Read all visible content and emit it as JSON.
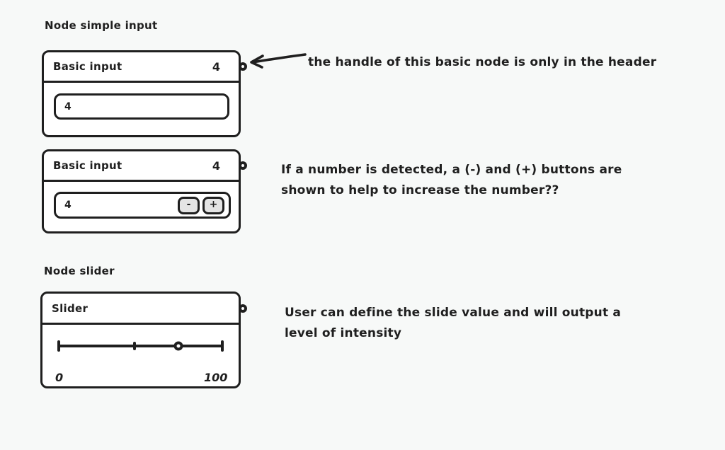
{
  "canvas": {
    "bg_color": "#f7f9f8",
    "ink_color": "#1f1f1f",
    "node_fill": "#ffffff",
    "button_fill": "#e4e4e4"
  },
  "section_labels": {
    "simple_input": "Node simple input",
    "slider": "Node slider"
  },
  "node_basic_1": {
    "title": "Basic input",
    "header_value": "4",
    "input_value": "4"
  },
  "node_basic_2": {
    "title": "Basic input",
    "header_value": "4",
    "input_value": "4",
    "minus_label": "-",
    "plus_label": "+"
  },
  "node_slider": {
    "title": "Slider",
    "min_label": "0",
    "max_label": "100",
    "value_percent": 73
  },
  "annotations": {
    "handle_note": "the handle of this basic node is only in the header",
    "buttons_note": "If a number is detected, a (-) and (+) buttons are shown to help to increase the number??",
    "slider_note": "User can define the slide value and will output a level of intensity"
  }
}
